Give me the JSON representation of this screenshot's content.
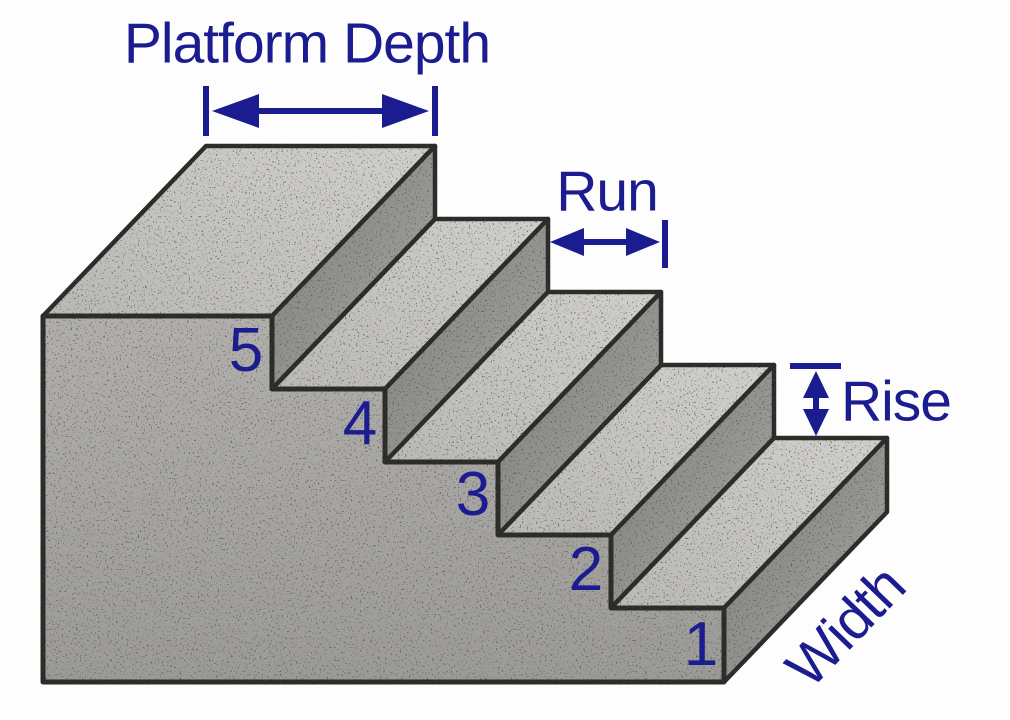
{
  "figure": {
    "type": "diagram",
    "subject": "Concrete staircase with dimension annotations",
    "step_count": 5
  },
  "labels": {
    "platform_depth": "Platform Depth",
    "run": "Run",
    "rise": "Rise",
    "width": "Width"
  },
  "steps": {
    "numbers": [
      "5",
      "4",
      "3",
      "2",
      "1"
    ]
  },
  "colors": {
    "label": "#1c1c91",
    "edge": "#2b2b28",
    "front_face": "#a7a6a3",
    "tread_face": "#c6c5c2",
    "side_face": "#8e8d8a",
    "background": "#fdfdfd"
  }
}
